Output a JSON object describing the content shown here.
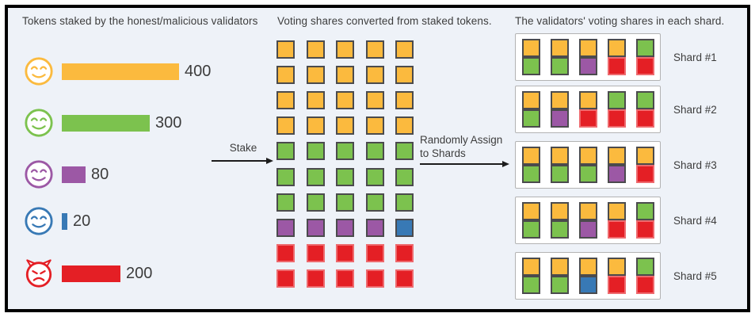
{
  "colors": {
    "orange": "#fbba3e",
    "green": "#7cc24e",
    "purple": "#9c58a5",
    "blue": "#3879b5",
    "red": "#e41f25",
    "square_border": "#4b4b4d",
    "red_square_border": "#ee6a6e",
    "background": "#eef2f8",
    "text": "#3d3d3d"
  },
  "left_panel": {
    "title": "Tokens staked by the honest/malicious validators",
    "validators": [
      {
        "name": "honest-validator-yellow",
        "face": "smiley",
        "color": "orange",
        "stake": 400,
        "stake_label": "400"
      },
      {
        "name": "honest-validator-green",
        "face": "smiley",
        "color": "green",
        "stake": 300,
        "stake_label": "300"
      },
      {
        "name": "honest-validator-purple",
        "face": "smiley",
        "color": "purple",
        "stake": 80,
        "stake_label": "80"
      },
      {
        "name": "honest-validator-blue",
        "face": "smiley",
        "color": "blue",
        "stake": 20,
        "stake_label": "20"
      },
      {
        "name": "malicious-validator-red",
        "face": "devil",
        "color": "red",
        "stake": 200,
        "stake_label": "200"
      }
    ]
  },
  "stake_arrow": {
    "label": "Stake"
  },
  "middle_panel": {
    "title": "Voting shares converted from staked tokens.",
    "tokens_per_square": 20,
    "grid_rows": [
      [
        "orange",
        "orange",
        "orange",
        "orange",
        "orange"
      ],
      [
        "orange",
        "orange",
        "orange",
        "orange",
        "orange"
      ],
      [
        "orange",
        "orange",
        "orange",
        "orange",
        "orange"
      ],
      [
        "orange",
        "orange",
        "orange",
        "orange",
        "orange"
      ],
      [
        "green",
        "green",
        "green",
        "green",
        "green"
      ],
      [
        "green",
        "green",
        "green",
        "green",
        "green"
      ],
      [
        "green",
        "green",
        "green",
        "green",
        "green"
      ],
      [
        "purple",
        "purple",
        "purple",
        "purple",
        "blue"
      ],
      [
        "red",
        "red",
        "red",
        "red",
        "red"
      ],
      [
        "red",
        "red",
        "red",
        "red",
        "red"
      ]
    ]
  },
  "assign_arrow": {
    "label_line1": "Randomly Assign",
    "label_line2": "to Shards"
  },
  "right_panel": {
    "title": "The validators' voting shares in each shard.",
    "shards": [
      {
        "label": "Shard #1",
        "top": [
          "orange",
          "orange",
          "orange",
          "orange",
          "green"
        ],
        "bottom": [
          "green",
          "green",
          "purple",
          "red",
          "red"
        ]
      },
      {
        "label": "Shard #2",
        "top": [
          "orange",
          "orange",
          "orange",
          "green",
          "green"
        ],
        "bottom": [
          "green",
          "purple",
          "red",
          "red",
          "red"
        ]
      },
      {
        "label": "Shard #3",
        "top": [
          "orange",
          "orange",
          "orange",
          "orange",
          "orange"
        ],
        "bottom": [
          "green",
          "green",
          "green",
          "purple",
          "red"
        ]
      },
      {
        "label": "Shard #4",
        "top": [
          "orange",
          "orange",
          "orange",
          "orange",
          "green"
        ],
        "bottom": [
          "green",
          "green",
          "purple",
          "red",
          "red"
        ]
      },
      {
        "label": "Shard #5",
        "top": [
          "orange",
          "orange",
          "orange",
          "orange",
          "green"
        ],
        "bottom": [
          "green",
          "green",
          "blue",
          "red",
          "red"
        ]
      }
    ]
  }
}
